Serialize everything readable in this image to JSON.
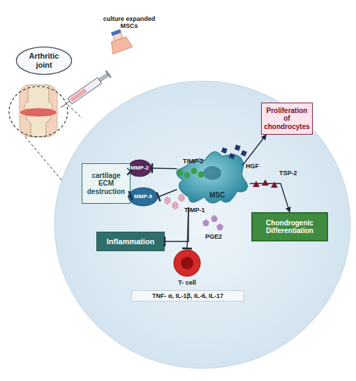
{
  "diagram": {
    "nodes": [
      {
        "text": [
          "Arthritic joint"
        ]
      },
      {
        "text": [
          "Proliferation of chondrocytes"
        ]
      },
      {
        "text": [
          "MMP-2"
        ]
      },
      {
        "text": [
          "cartilage ECM destruction"
        ]
      },
      {
        "text": [
          "MSC"
        ]
      },
      {
        "text": [
          "MMP-9"
        ]
      },
      {
        "text": [
          "Chondrogenic Differentiation"
        ]
      },
      {
        "text": [
          "Inflammation"
        ]
      },
      {
        "text": [
          "T- cell"
        ]
      }
    ],
    "edges": [
      {
        "from": 4,
        "to": 1,
        "label": "HGF",
        "arrow": "to"
      },
      {
        "from": 4,
        "to": 6,
        "label": "TSP-2",
        "arrow": "to"
      },
      {
        "from": 4,
        "to": 2,
        "label": "TIMP-2",
        "arrow": "to"
      },
      {
        "from": 4,
        "to": 5,
        "label": "TIMP-1",
        "arrow": "to"
      },
      {
        "from": 2,
        "to": 3,
        "arrow": "to"
      },
      {
        "from": 5,
        "to": 3,
        "arrow": "to"
      },
      {
        "from": 4,
        "to": 8,
        "label": "PGE2",
        "arrow": "to"
      },
      {
        "from": 4,
        "to": 7,
        "arrow": "to"
      }
    ],
    "labels": [
      "culture expanded MSCs",
      "TNF- α, IL-1β, IL-6, IL-17"
    ]
  }
}
